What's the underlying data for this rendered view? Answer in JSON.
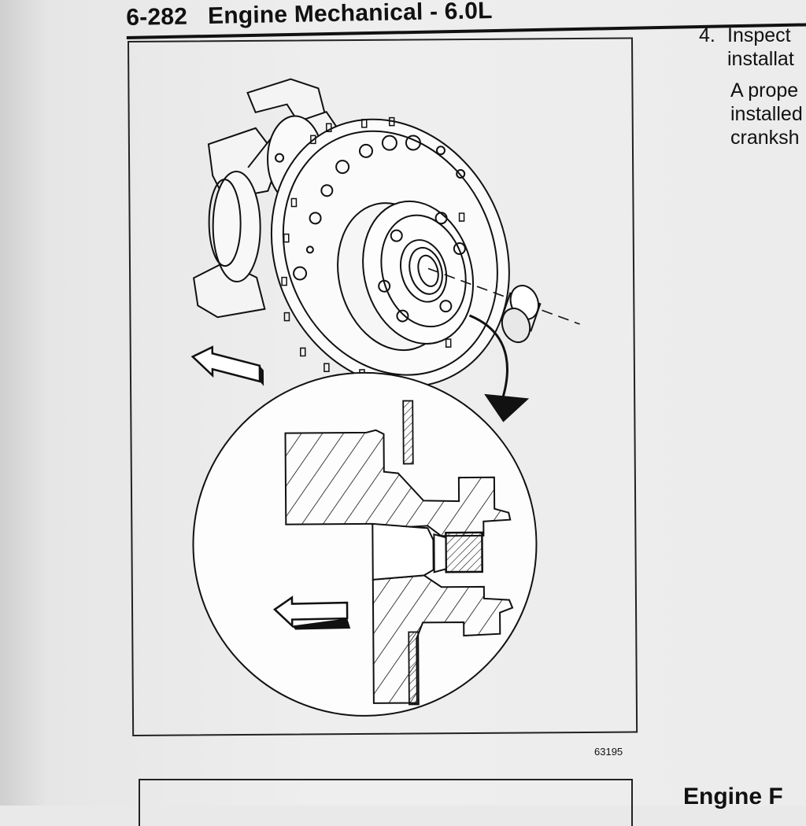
{
  "header": {
    "page_number": "6-282",
    "title": "Engine Mechanical - 6.0L"
  },
  "figure": {
    "number": "63195"
  },
  "right_column": {
    "step_number": "4.",
    "step_text": "Inspect\ninstallat",
    "paragraph": "A prope\ninstalled\ncranksh"
  },
  "next_section_heading": "Engine F"
}
